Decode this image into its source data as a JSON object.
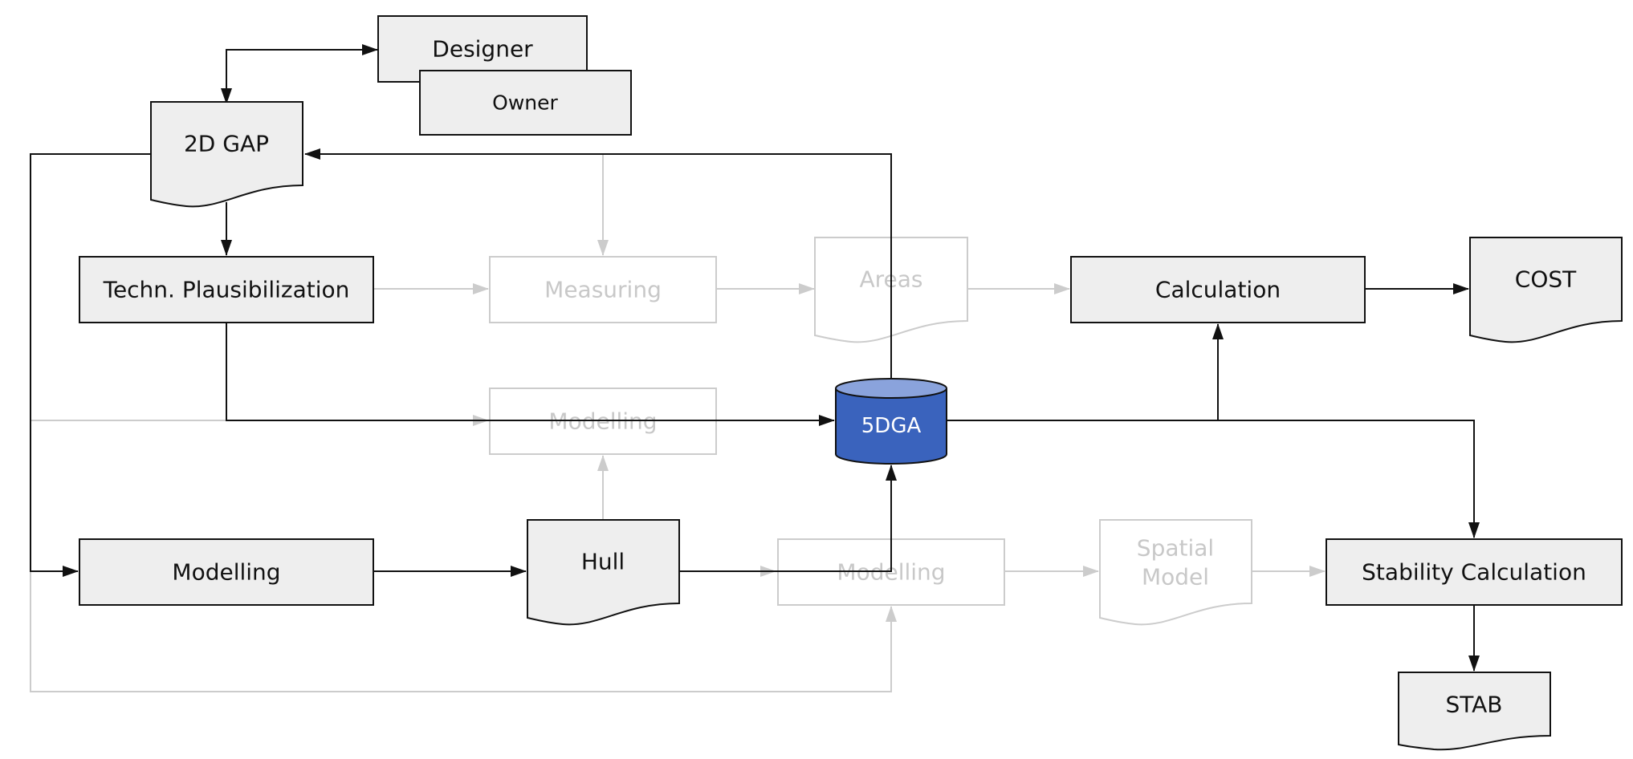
{
  "nodes": {
    "designer": "Designer",
    "owner": "Owner",
    "gap2d": "2D GAP",
    "techn": "Techn. Plausibilization",
    "measuring": "Measuring",
    "areas": "Areas",
    "calculation": "Calculation",
    "cost": "COST",
    "modelling_mid": "Modelling",
    "db": "5DGA",
    "modelling_left": "Modelling",
    "hull": "Hull",
    "modelling_bottom": "Modelling",
    "spatial_line1": "Spatial",
    "spatial_line2": "Model",
    "stability": "Stability Calculation",
    "stab": "STAB"
  },
  "colors": {
    "active_fill": "#eeeeee",
    "active_stroke": "#111111",
    "faded_stroke": "#cccccc",
    "db_body": "#3a63bd",
    "db_top": "#8aa3dc"
  }
}
